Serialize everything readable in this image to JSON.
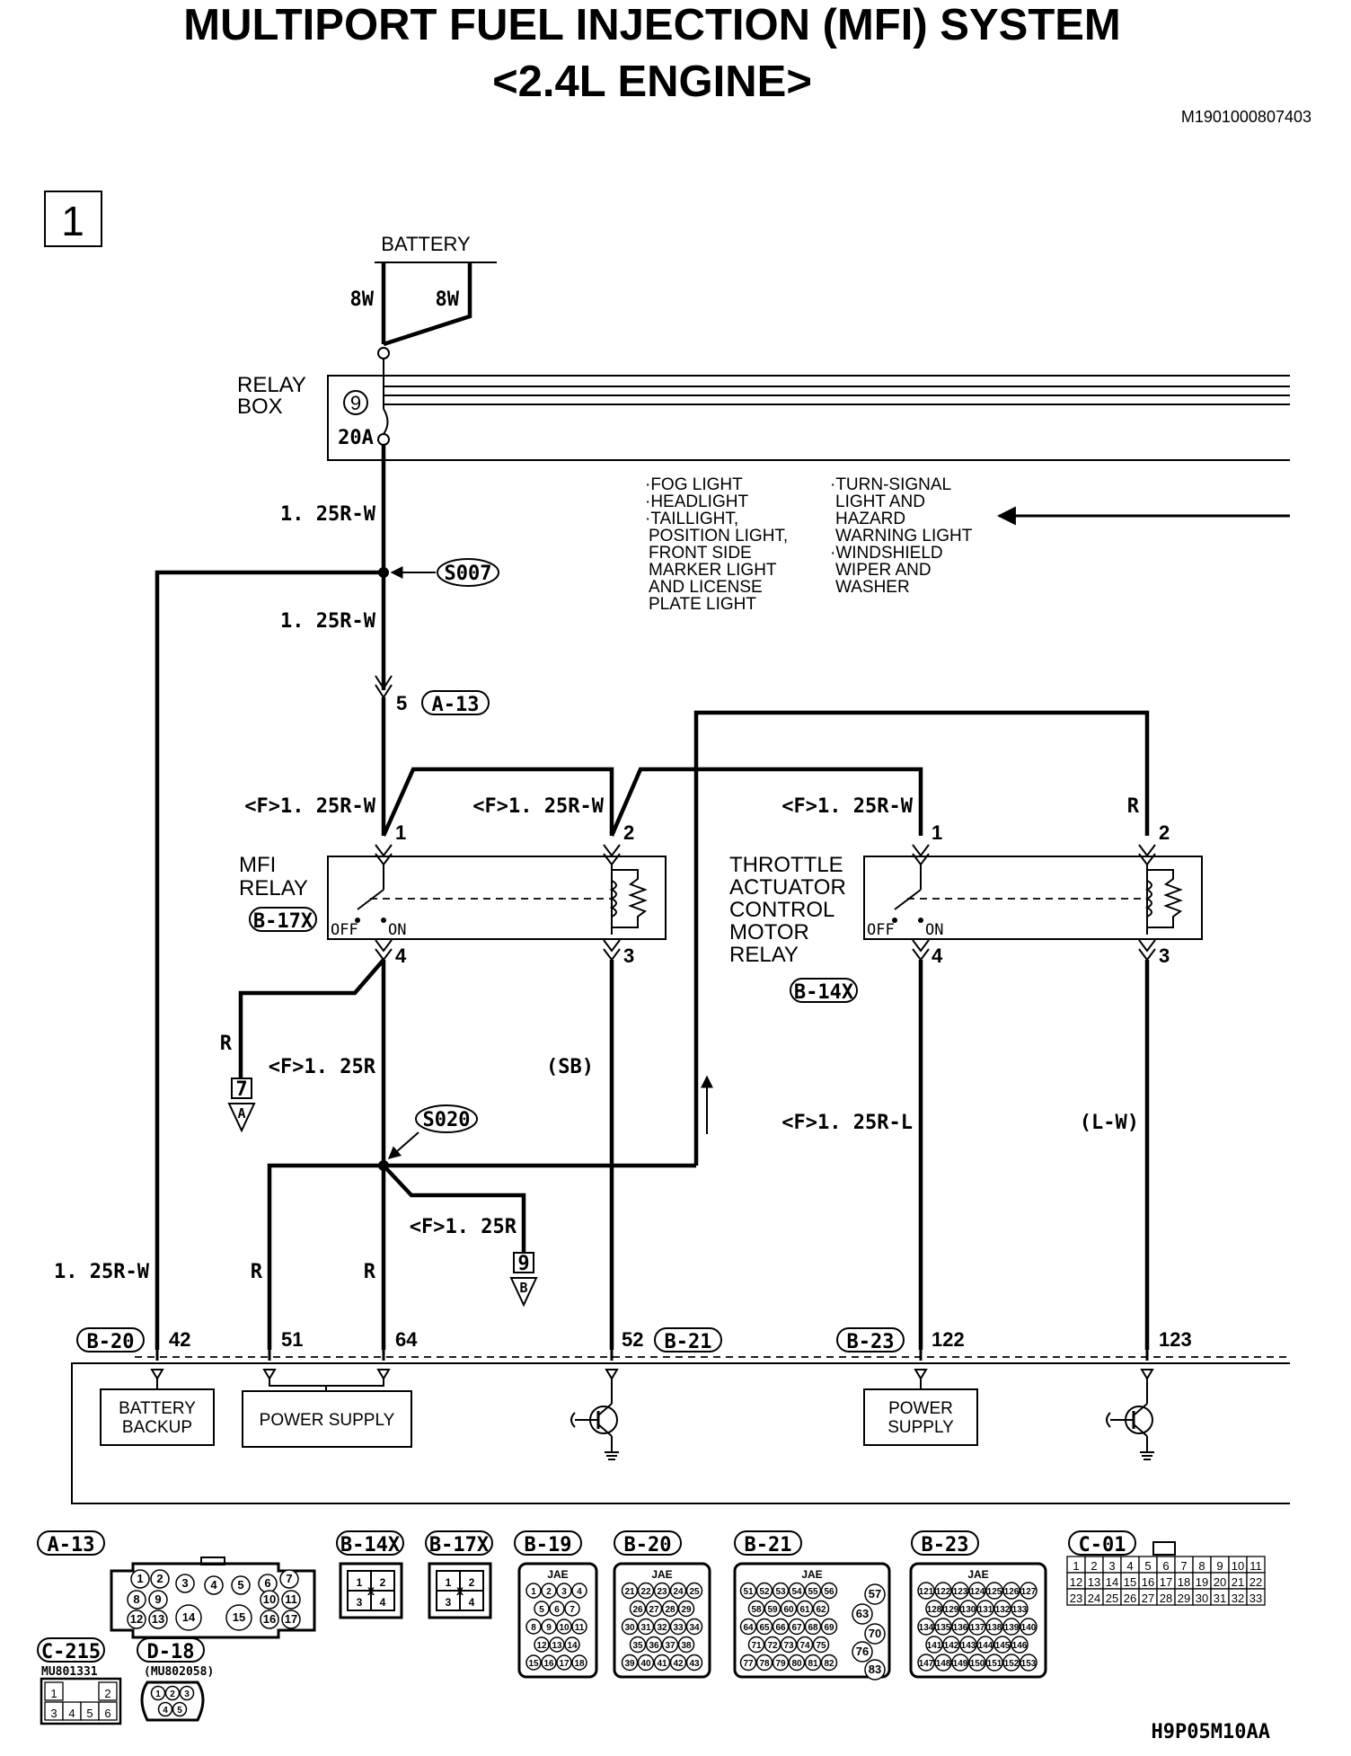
{
  "title": {
    "line1": "MULTIPORT FUEL INJECTION (MFI) SYSTEM",
    "line2": "<2.4L ENGINE>",
    "doc_id": "M1901000807403"
  },
  "page_box": "1",
  "figure_code": "H9P05M10AA",
  "battery": {
    "label": "BATTERY",
    "wire_left": "8W",
    "wire_right": "8W"
  },
  "relay_box": {
    "label_line1": "RELAY",
    "label_line2": "BOX",
    "fuse_no": "9",
    "fuse_rating": "20A"
  },
  "circuits": {
    "col1": [
      "·FOG LIGHT",
      "·HEADLIGHT",
      "·TAILLIGHT,",
      "POSITION LIGHT,",
      "FRONT SIDE",
      "MARKER LIGHT",
      "AND LICENSE",
      "PLATE LIGHT"
    ],
    "col2": [
      "·TURN-SIGNAL",
      "LIGHT AND",
      "HAZARD",
      "WARNING LIGHT",
      "·WINDSHIELD",
      "WIPER AND",
      "WASHER"
    ]
  },
  "wires": {
    "w_125rw_a": "1. 25R-W",
    "w_125rw_b": "1. 25R-W",
    "w_f125rw_1": "<F>1. 25R-W",
    "w_f125rw_2": "<F>1. 25R-W",
    "w_f125rw_3": "<F>1. 25R-W",
    "w_r_top": "R",
    "w_r_left": "R",
    "w_f125r": "<F>1. 25R",
    "w_sb": "(SB)",
    "w_f125rl": "<F>1. 25R-L",
    "w_lw": "(L-W)",
    "w_f125r_b": "<F>1. 25R",
    "w_125rw_bottom": "1. 25R-W",
    "w_r_51": "R",
    "w_r_64": "R"
  },
  "splices": {
    "s007": "S007",
    "s020": "S020"
  },
  "connector_a13": {
    "pin": "5",
    "name": "A-13"
  },
  "mfi_relay": {
    "label_line1": "MFI",
    "label_line2": "RELAY",
    "connector": "B-17X",
    "pins": [
      "1",
      "2",
      "4",
      "3"
    ],
    "off": "OFF",
    "on": "ON"
  },
  "throttle_relay": {
    "label_lines": [
      "THROTTLE",
      "ACTUATOR",
      "CONTROL",
      "MOTOR",
      "RELAY"
    ],
    "connector": "B-14X",
    "pins": [
      "1",
      "2",
      "4",
      "3"
    ],
    "off": "OFF",
    "on": "ON"
  },
  "offpage": {
    "a": {
      "num": "7",
      "letter": "A"
    },
    "b": {
      "num": "9",
      "letter": "B"
    }
  },
  "ecm": {
    "conn_b20": "B-20",
    "conn_b21": "B-21",
    "conn_b23": "B-23",
    "pins": [
      "42",
      "51",
      "64",
      "52",
      "122",
      "123"
    ],
    "boxes": {
      "battery_backup": [
        "BATTERY",
        "BACKUP"
      ],
      "power_supply": "POWER SUPPLY",
      "power_supply2": [
        "POWER",
        "SUPPLY"
      ]
    }
  },
  "connectors_legend": {
    "names": [
      "A-13",
      "B-14X",
      "B-17X",
      "B-19",
      "B-20",
      "B-21",
      "B-23",
      "C-01",
      "C-215",
      "D-18"
    ],
    "jae": "JAE",
    "c215_part": "MU801331",
    "d18_part": "(MU802058)",
    "a13_pins": [
      "1",
      "2",
      "3",
      "4",
      "5",
      "6",
      "7",
      "8",
      "9",
      "10",
      "11",
      "12",
      "13",
      "14",
      "15",
      "16",
      "17"
    ],
    "relay_pins": [
      "1",
      "2",
      "X",
      "3",
      "4"
    ],
    "b19_pins": [
      "1",
      "2",
      "3",
      "4",
      "5",
      "6",
      "7",
      "8",
      "9",
      "10",
      "11",
      "12",
      "13",
      "14",
      "15",
      "16",
      "17",
      "18"
    ],
    "b20_pins": [
      "21",
      "22",
      "23",
      "24",
      "25",
      "26",
      "27",
      "28",
      "29",
      "30",
      "31",
      "32",
      "33",
      "34",
      "35",
      "36",
      "37",
      "38",
      "39",
      "40",
      "41",
      "42",
      "43"
    ],
    "b21_pins": [
      "51",
      "52",
      "53",
      "54",
      "55",
      "56",
      "57",
      "58",
      "59",
      "60",
      "61",
      "62",
      "63",
      "64",
      "65",
      "66",
      "67",
      "68",
      "69",
      "70",
      "71",
      "72",
      "73",
      "74",
      "75",
      "76",
      "77",
      "78",
      "79",
      "80",
      "81",
      "82",
      "83"
    ],
    "b23_pins": [
      "121",
      "122",
      "123",
      "124",
      "125",
      "126",
      "127",
      "128",
      "129",
      "130",
      "131",
      "132",
      "133",
      "134",
      "135",
      "136",
      "137",
      "138",
      "139",
      "140",
      "141",
      "142",
      "143",
      "144",
      "145",
      "146",
      "147",
      "148",
      "149",
      "150",
      "151",
      "152",
      "153"
    ],
    "c01_pins": [
      "1",
      "2",
      "3",
      "4",
      "5",
      "6",
      "7",
      "8",
      "9",
      "10",
      "11",
      "12",
      "13",
      "14",
      "15",
      "16",
      "17",
      "18",
      "19",
      "20",
      "21",
      "22",
      "23",
      "24",
      "25",
      "26",
      "27",
      "28",
      "29",
      "30",
      "31",
      "32",
      "33"
    ],
    "c215_pins": [
      "1",
      "2",
      "3",
      "4",
      "5",
      "6"
    ],
    "d18_pins": [
      "1",
      "2",
      "3",
      "4",
      "5"
    ]
  }
}
